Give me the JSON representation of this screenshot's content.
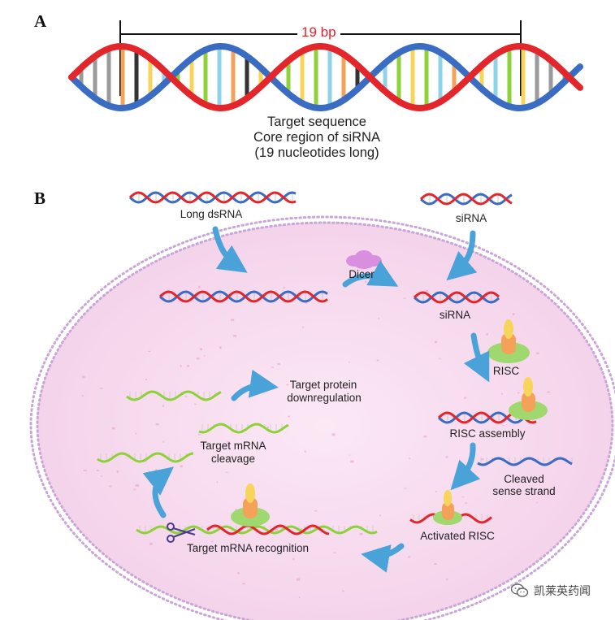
{
  "panel_a": {
    "letter": "A",
    "span_label": "19 bp",
    "caption": [
      "Target sequence",
      "Core region of siRNA",
      "(19 nucleotides long)"
    ]
  },
  "panel_b": {
    "letter": "B",
    "labels": {
      "long_dsrna": "Long dsRNA",
      "sirna_top": "siRNA",
      "dicer": "Dicer",
      "sirna_mid": "siRNA",
      "risc": "RISC",
      "risc_assembly": "RISC assembly",
      "cleaved": [
        "Cleaved",
        "sense strand"
      ],
      "activated_risc": "Activated RISC",
      "recognition": "Target mRNA recognition",
      "cleavage": [
        "Target mRNA",
        "cleavage"
      ],
      "protein": [
        "Target protein",
        "downregulation"
      ]
    }
  },
  "watermark": {
    "text": "凯莱英药闻",
    "icon": "wechat-icon"
  },
  "colors": {
    "strand_red": "#e3262b",
    "strand_blue": "#3b6cc4",
    "mrna_green": "#8fd13a",
    "cell_fill": "#f7d9ee",
    "membrane": "#c9a6d6",
    "arrow": "#4aa3d8",
    "dicer": "#d98fe0",
    "risc_green": "#9fd86f",
    "risc_orange": "#f4a25a",
    "risc_yellow": "#f6d55a"
  }
}
